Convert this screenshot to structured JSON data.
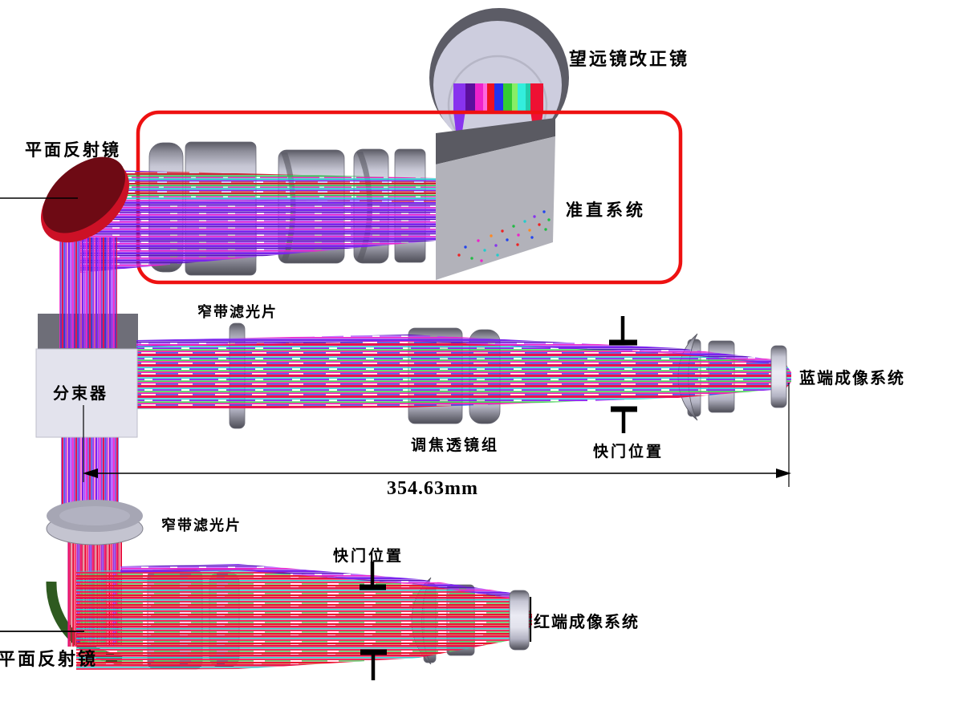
{
  "diagram": {
    "labels": {
      "telescope_corrector": "望远镜改正镜",
      "plane_mirror_top": "平面反射镜",
      "collimation_system": "准直系统",
      "narrowband_filter_blue": "窄带滤光片",
      "beam_splitter": "分束器",
      "focusing_lens_group": "调焦透镜组",
      "shutter_position_blue": "快门位置",
      "blue_imaging_system": "蓝端成像系统",
      "dimension": "354.63mm",
      "narrowband_filter_red": "窄带滤光片",
      "shutter_position_red": "快门位置",
      "red_imaging_system": "红端成像系统",
      "plane_mirror_bottom": "平面反射镜"
    },
    "colors": {
      "highlight_box": "#ee1111",
      "mirror_face": "#6e0a14",
      "mirror_rim": "#cc1126",
      "fold_mirror_green": "#2e5a20",
      "beamsplitter_face": "#e3e3ed",
      "beamsplitter_top": "#6e6e78",
      "lens_gray": "#d6d6e2",
      "ray_purple": "#7a22ee",
      "ray_red": "#e8124a",
      "ray_cyan": "#22cccc",
      "ray_green": "#33cc44",
      "ray_magenta": "#ee22aa"
    }
  }
}
